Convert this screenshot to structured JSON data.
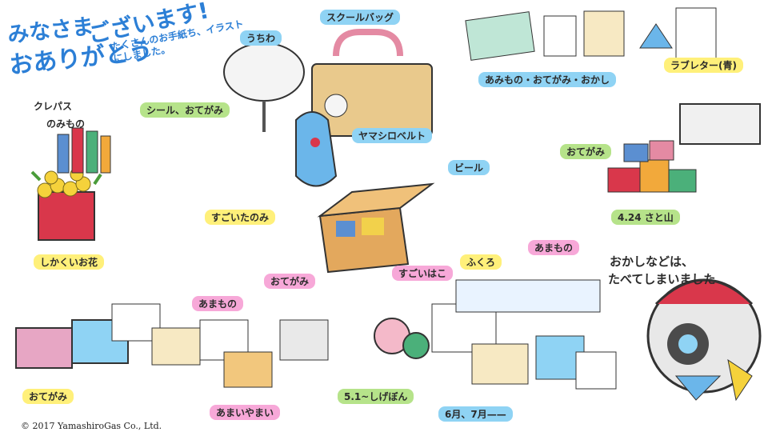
{
  "title": {
    "line1": "みなさま",
    "line2": "おありがとう",
    "line3": "ございます!",
    "subtitle": "たくさんのお手紙ち、イラストにしました。"
  },
  "labels": {
    "cravas": "クレパス",
    "nomimono": "のみもの",
    "uchiwa": "うちわ",
    "scoobag": "スクールバッグ",
    "seal_otegami": "シール、おてがみ",
    "yamashiro_belt": "ヤマシロベルト",
    "amamono_otegami_okashi": "あみもの・おてがみ・おかし",
    "loveletter": "ラブレター(青)",
    "beer": "ビール",
    "otegami_top": "おてがみ",
    "date_424": "4.24 さと山",
    "shikakui_ohana": "しかくいお花",
    "sugoi_tanomi": "すごいたのみ",
    "otegami_mid": "おてがみ",
    "sugoi_hako": "すごいはこ",
    "fukuro": "ふくろ",
    "amamono_right": "あまもの",
    "amamono_left": "あまもの",
    "otegami_bottom": "おてがみ",
    "amai_yamai": "あまいやまい",
    "date_51": "5.1~しげぼん",
    "date_67": "6月、7月——",
    "okashi_note_1": "おかしなどは、",
    "okashi_note_2": "たべてしまいました",
    "copyright": "© 2017 YamashiroGas Co., Ltd."
  },
  "colors": {
    "title_blue": "#2c7fd6",
    "tag_blue": "#8fd3f4",
    "tag_green": "#b6e38a",
    "tag_yellow": "#fff07a",
    "tag_pink": "#f7a8d8",
    "tag_orange": "#ffc37a"
  }
}
